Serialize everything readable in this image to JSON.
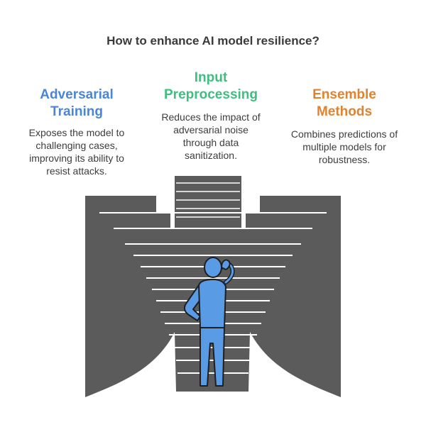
{
  "title": "How to enhance AI model resilience?",
  "columns": [
    {
      "heading": "Adversarial\nTraining",
      "description": "Exposes the model to\nchallenging cases,\nimproving its ability to\nresist attacks.",
      "color": "#4a86d8"
    },
    {
      "heading": "Input\nPreprocessing",
      "description": "Reduces the impact of\nadversarial noise\nthrough data\nsanitization.",
      "color": "#3fbf7f"
    },
    {
      "heading": "Ensemble\nMethods",
      "description": "Combines predictions of\nmultiple models for\nrobustness.",
      "color": "#e0832e"
    }
  ],
  "colors": {
    "structure_fill": "#5b5b5b",
    "step_edge": "#ffffff",
    "figure_fill": "#5a9be6",
    "figure_outline": "#1f1f1f"
  },
  "icons": [
    "thinking-person-icon"
  ]
}
